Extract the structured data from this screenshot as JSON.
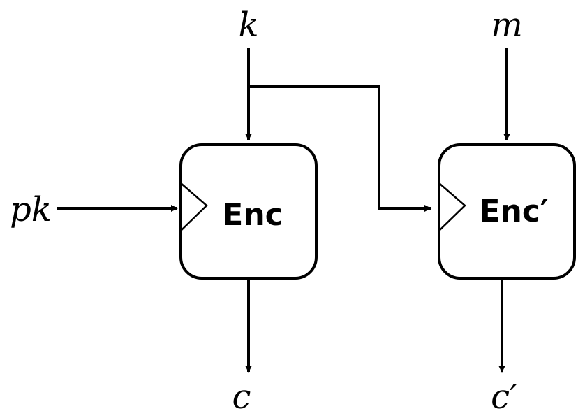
{
  "inputs": {
    "k": "k",
    "m": "m",
    "pk": "pk"
  },
  "outputs": {
    "c": "c",
    "c_prime": "c′"
  },
  "blocks": {
    "enc": "Enc",
    "enc_prime": "Enc′"
  },
  "colors": {
    "stroke": "#000000",
    "background": "#ffffff"
  }
}
